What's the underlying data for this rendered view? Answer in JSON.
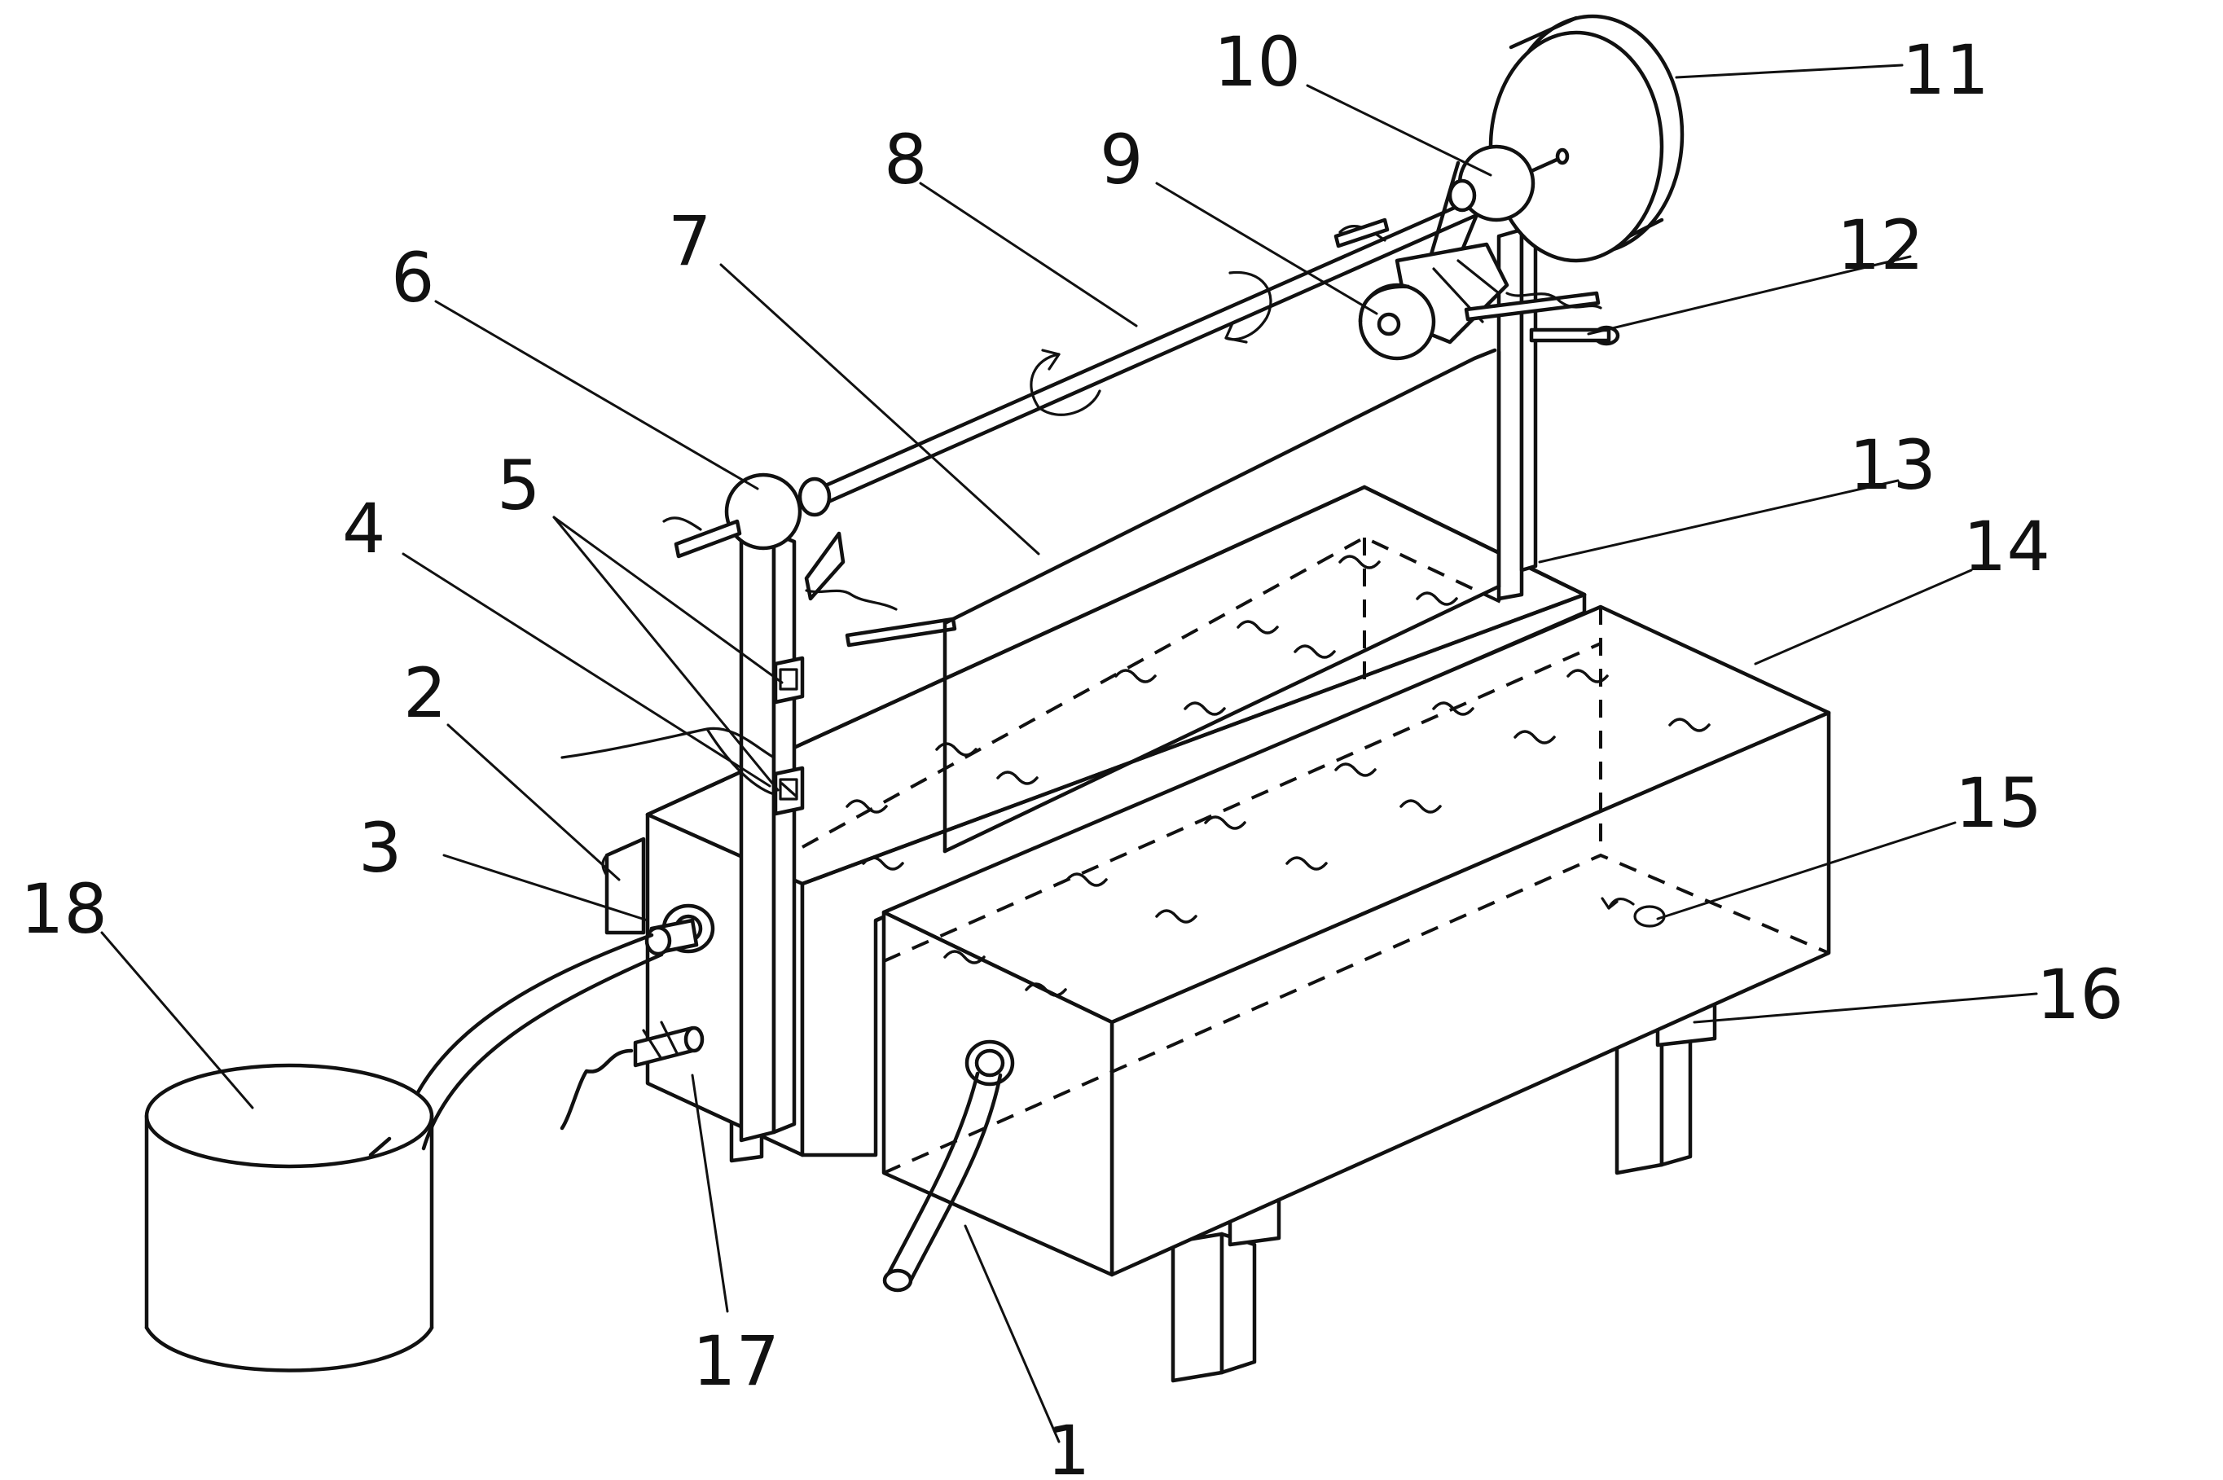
{
  "callouts": {
    "n1": "1",
    "n2": "2",
    "n3": "3",
    "n4": "4",
    "n5": "5",
    "n6": "6",
    "n7": "7",
    "n8": "8",
    "n9": "9",
    "n10": "10",
    "n11": "11",
    "n12": "12",
    "n13": "13",
    "n14": "14",
    "n15": "15",
    "n16": "16",
    "n17": "17",
    "n18": "18"
  },
  "colors": {
    "ink": "#111111",
    "paper": "#ffffff"
  }
}
